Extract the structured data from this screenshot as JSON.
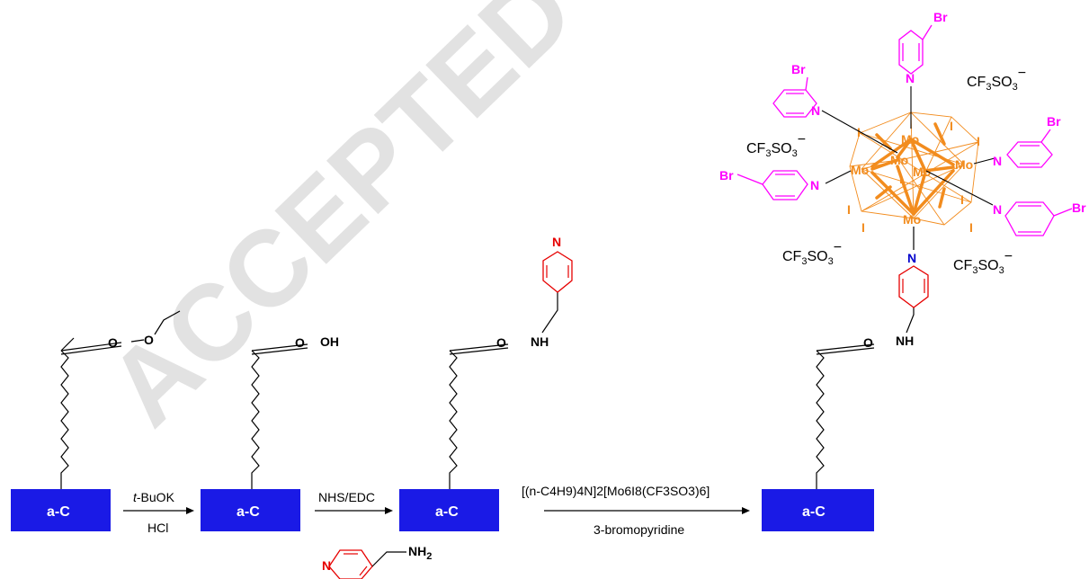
{
  "watermark": "ACCEPTED MANUSCRIPT",
  "colors": {
    "substrate": "#1a1ae6",
    "pyridine_ring": "#e60000",
    "bromopyridine": "#ff00ff",
    "cluster": "#f28c1e",
    "watermark": "#dcdcdc"
  },
  "substrate_label": "a-C",
  "stage1": {
    "carbonyl_o": "O",
    "ester_o": "O"
  },
  "stage2": {
    "carbonyl_o": "O",
    "acid": "OH"
  },
  "stage3": {
    "carbonyl_o": "O",
    "amide": "NH",
    "ring_n": "N"
  },
  "stage4": {
    "carbonyl_o": "O",
    "amide": "NH",
    "ring_n": "N"
  },
  "step1": {
    "above": "t-BuOK",
    "above_italic": "t",
    "above_rest": "-BuOK",
    "below": "HCl"
  },
  "step2": {
    "above": "NHS/EDC",
    "reagent_ring_n": "N",
    "reagent_amine": "NH",
    "reagent_amine_sub": "2"
  },
  "step3": {
    "above": "[(n-C4H9)4N]2[Mo6I8(CF3SO3)6]",
    "below": "3-bromopyridine"
  },
  "cluster": {
    "metal": "Mo",
    "halide": "I",
    "ligand_n": "N",
    "ligand_br": "Br",
    "counterion_main": "CF",
    "counterion_sub": "3",
    "counterion_so": "SO",
    "counterion_charge": "−"
  }
}
